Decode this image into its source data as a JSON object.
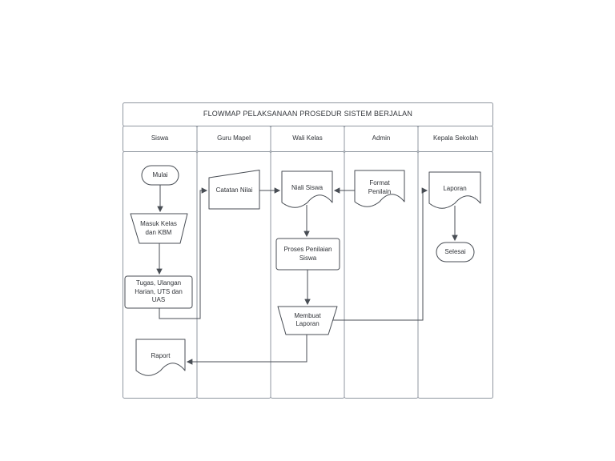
{
  "diagram": {
    "title": "FLOWMAP PELAKSANAAN PROSEDUR SISTEM BERJALAN",
    "lanes": [
      {
        "label": "Siswa"
      },
      {
        "label": "Guru Mapel"
      },
      {
        "label": "Wali Kelas"
      },
      {
        "label": "Admin"
      },
      {
        "label": "Kepala Sekolah"
      }
    ],
    "nodes": [
      {
        "id": "mulai",
        "lane": "Siswa",
        "shape": "terminator",
        "label": "Mulai"
      },
      {
        "id": "masuk-kelas",
        "lane": "Siswa",
        "shape": "manual-operation",
        "label": "Masuk Kelas dan KBM"
      },
      {
        "id": "tugas",
        "lane": "Siswa",
        "shape": "process",
        "label": "Tugas, Ulangan Harian, UTS dan UAS"
      },
      {
        "id": "raport",
        "lane": "Siswa",
        "shape": "document",
        "label": "Raport"
      },
      {
        "id": "catatan-nilai",
        "lane": "Guru Mapel",
        "shape": "manual-input",
        "label": "Catatan Nilai"
      },
      {
        "id": "niali-siswa",
        "lane": "Wali Kelas",
        "shape": "document",
        "label": "Niali Siswa"
      },
      {
        "id": "proses-penilaian",
        "lane": "Wali Kelas",
        "shape": "process",
        "label": "Proses Penilaian Siswa"
      },
      {
        "id": "membuat-laporan",
        "lane": "Wali Kelas",
        "shape": "manual-operation",
        "label": "Membuat Laporan"
      },
      {
        "id": "format-penilain",
        "lane": "Admin",
        "shape": "document",
        "label": "Format Penilain"
      },
      {
        "id": "laporan",
        "lane": "Kepala Sekolah",
        "shape": "document",
        "label": "Laporan"
      },
      {
        "id": "selesai",
        "lane": "Kepala Sekolah",
        "shape": "terminator",
        "label": "Selesai"
      }
    ],
    "edges": [
      {
        "from": "mulai",
        "to": "masuk-kelas"
      },
      {
        "from": "masuk-kelas",
        "to": "tugas"
      },
      {
        "from": "tugas",
        "to": "catatan-nilai"
      },
      {
        "from": "catatan-nilai",
        "to": "niali-siswa"
      },
      {
        "from": "format-penilain",
        "to": "niali-siswa"
      },
      {
        "from": "niali-siswa",
        "to": "proses-penilaian"
      },
      {
        "from": "proses-penilaian",
        "to": "membuat-laporan"
      },
      {
        "from": "membuat-laporan",
        "to": "laporan"
      },
      {
        "from": "membuat-laporan",
        "to": "raport"
      },
      {
        "from": "laporan",
        "to": "selesai"
      }
    ],
    "colors": {
      "background": "#ffffff",
      "table_stroke": "#9097a0",
      "shape_stroke": "#484d54",
      "shape_fill": "#ffffff",
      "text": "#2f3237"
    }
  }
}
